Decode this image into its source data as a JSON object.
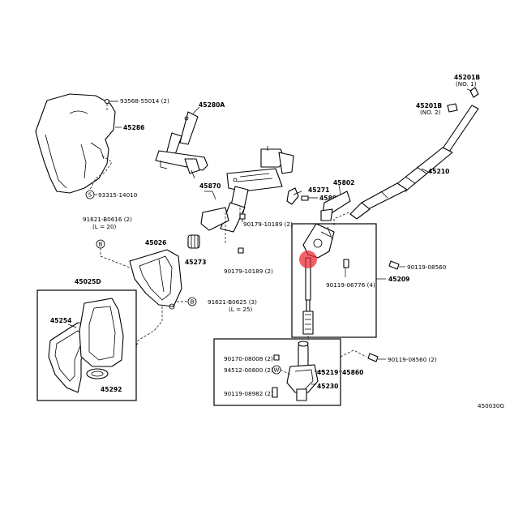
{
  "diagram": {
    "figure_code": "450030G",
    "highlight_color": "#e8202a",
    "labels": {
      "p93568": "93568-55014 (2)",
      "p45286": "45286",
      "p93315": "93315-14010",
      "p45280A": "45280A",
      "p45870": "45870",
      "p90179a": "90179-10189 (2)",
      "p45271": "45271",
      "p45897": "45897",
      "p45802": "45802",
      "p45201B_a": "45201B",
      "p45201B_a_sub": "(NO. 1)",
      "p45201B_b": "45201B",
      "p45201B_b_sub": "(NO. 2)",
      "p45210": "45210",
      "p91621a": "91621-B0616 (2)",
      "p91621a_sub": "(L = 20)",
      "p45026": "45026",
      "p45273": "45273",
      "p90179b": "90179-10189 (2)",
      "p90119a": "90119-08560",
      "p90119b": "90119-06776 (4)",
      "p45209": "45209",
      "p91621b": "91621-B0625 (3)",
      "p91621b_sub": "(L = 25)",
      "p45025D": "45025D",
      "p45254": "45254",
      "p45292": "45292",
      "p90170": "90170-08008 (2)",
      "p94512": "94512-00800 (2)",
      "p90119c": "90119-08982 (2)",
      "p45219": "45219",
      "p45860": "45860",
      "p45230": "45230",
      "p90119d": "90119-08560 (2)",
      "circle_s": "S",
      "circle_b1": "B",
      "circle_b2": "B",
      "circle_w": "W"
    }
  }
}
